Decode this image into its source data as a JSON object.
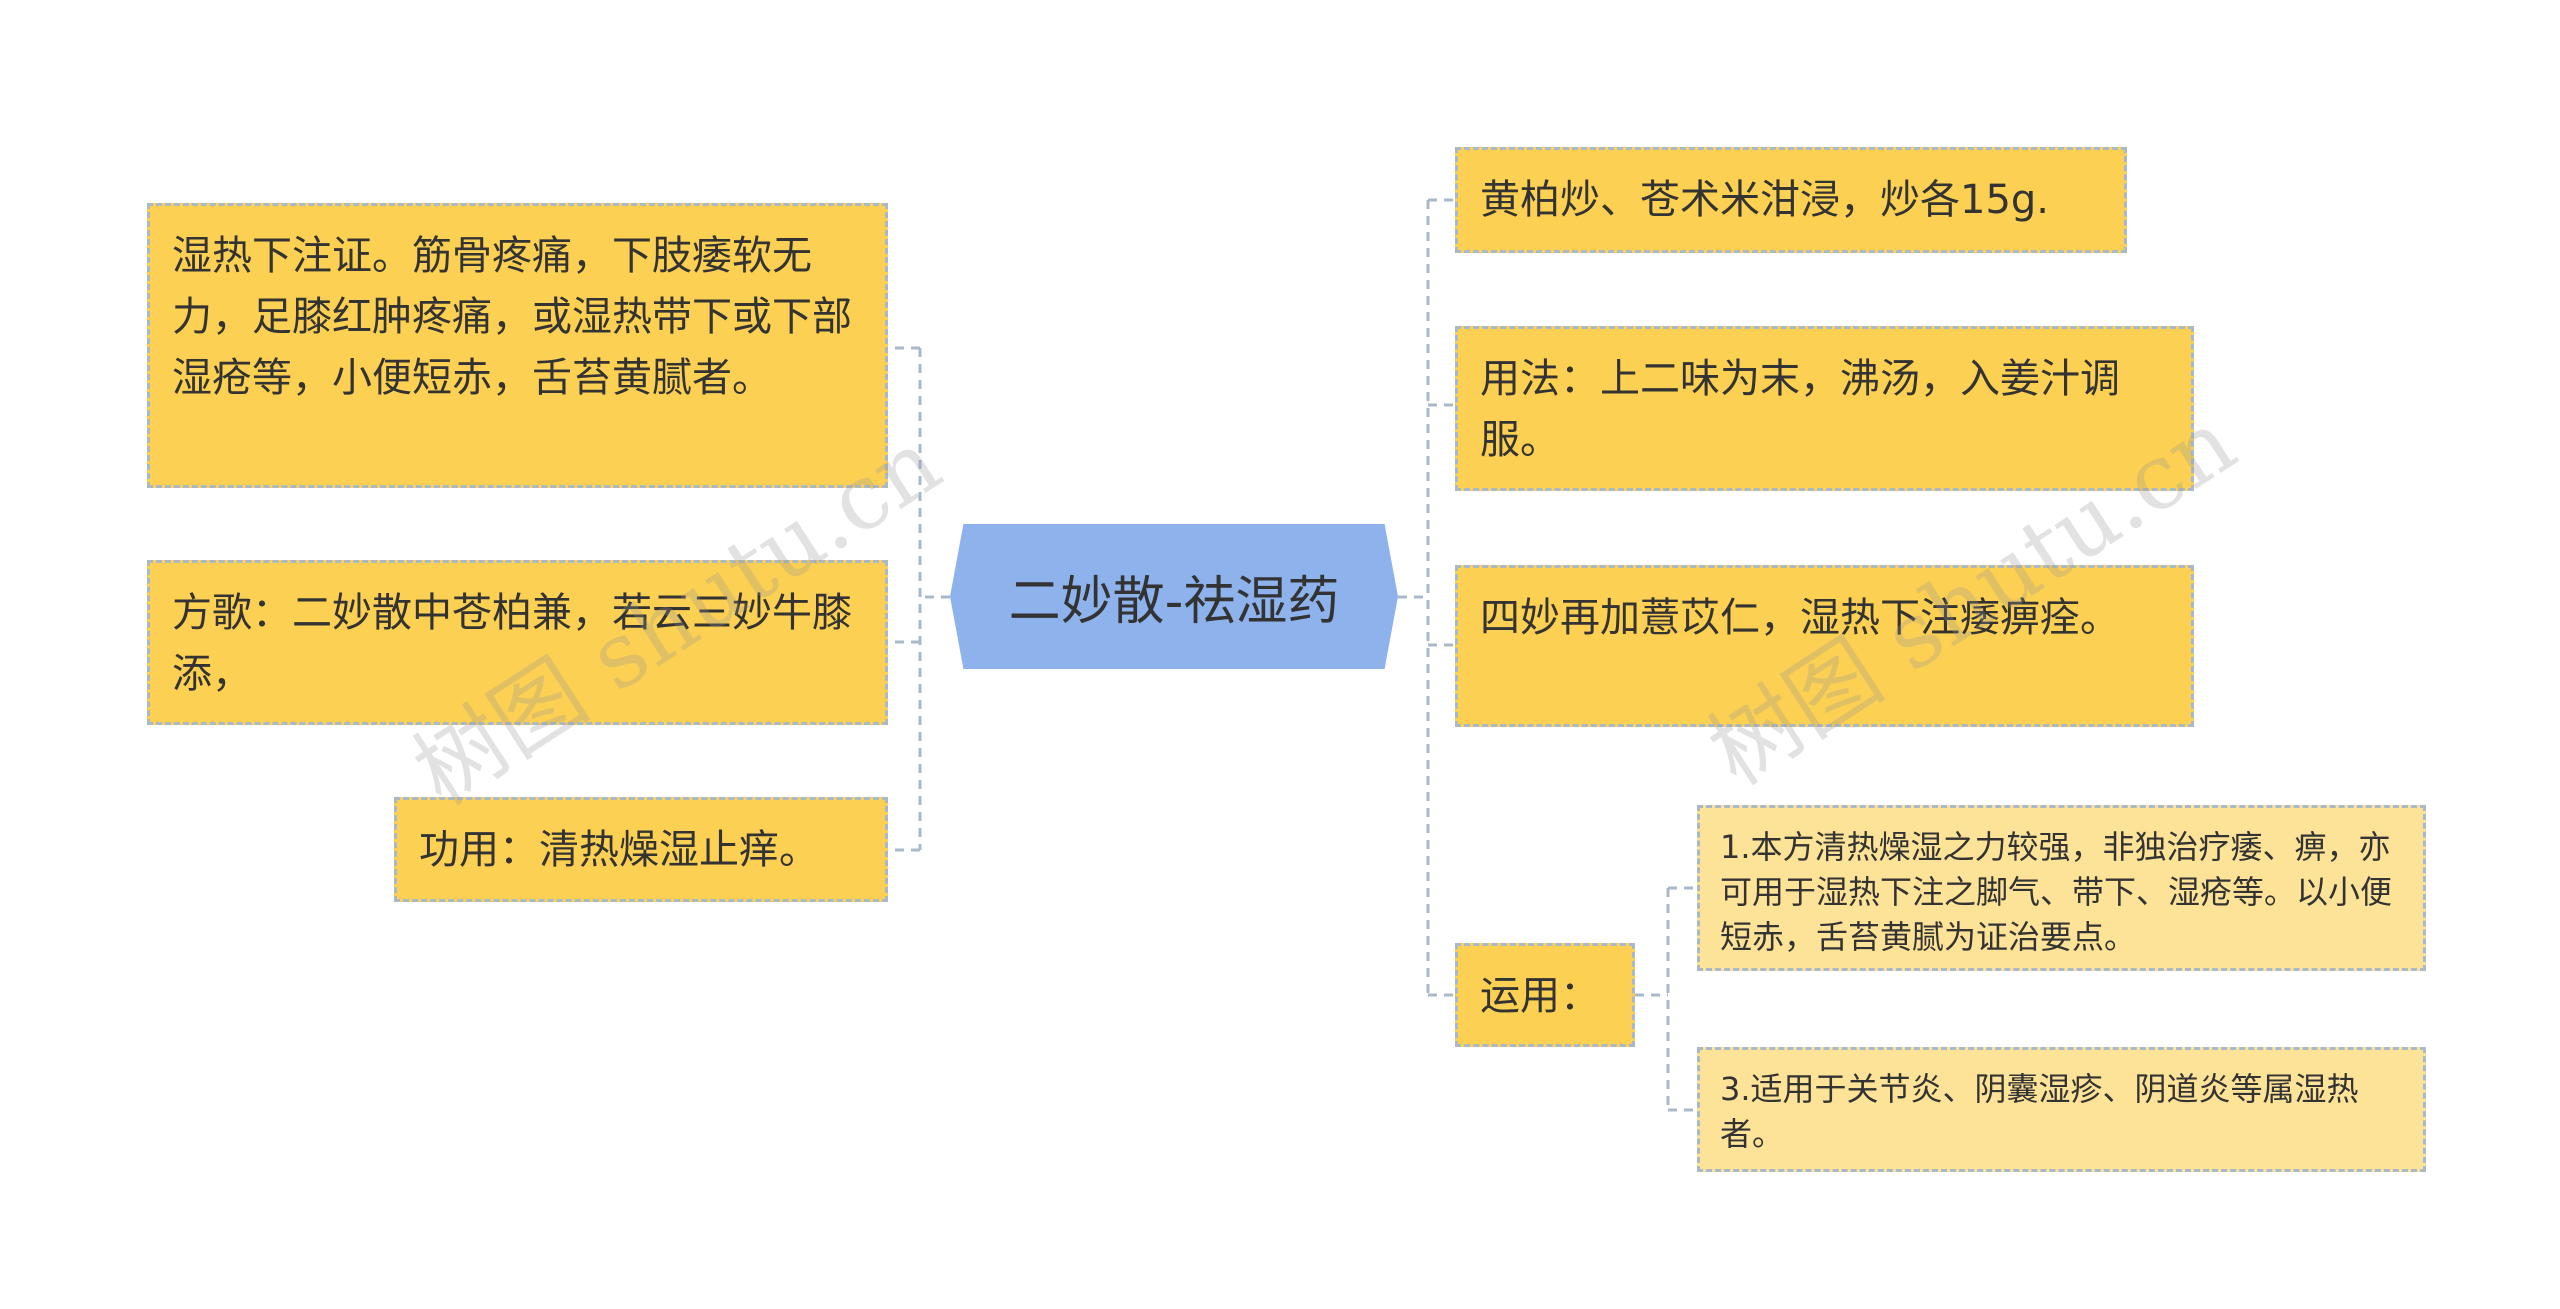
{
  "center": {
    "title": "二妙散-祛湿药"
  },
  "left_branches": [
    {
      "text": "湿热下注证。筋骨疼痛，下肢痿软无力，足膝红肿疼痛，或湿热带下或下部湿疮等，小便短赤，舌苔黄腻者。"
    },
    {
      "text": "方歌：二妙散中苍柏兼，若云三妙牛膝添，"
    },
    {
      "text": "功用：清热燥湿止痒。"
    }
  ],
  "right_branches": [
    {
      "text": "黄柏炒、苍术米泔浸，炒各15g."
    },
    {
      "text": "用法：上二味为末，沸汤，入姜汁调服。"
    },
    {
      "text": "四妙再加薏苡仁，湿热下注痿痹痊。"
    },
    {
      "text": "运用：",
      "children": [
        {
          "text": "1.本方清热燥湿之力较强，非独治疗痿、痹，亦可用于湿热下注之脚气、带下、湿疮等。以小便短赤，舌苔黄腻为证治要点。"
        },
        {
          "text": "3.适用于关节炎、阴囊湿疹、阴道炎等属湿热者。"
        }
      ]
    }
  ],
  "watermark": "树图 shutu.cn",
  "colors": {
    "central": "#8eb2ec",
    "level1": "#fcd052",
    "level2": "#fde397",
    "connector": "#a9b9c9"
  }
}
